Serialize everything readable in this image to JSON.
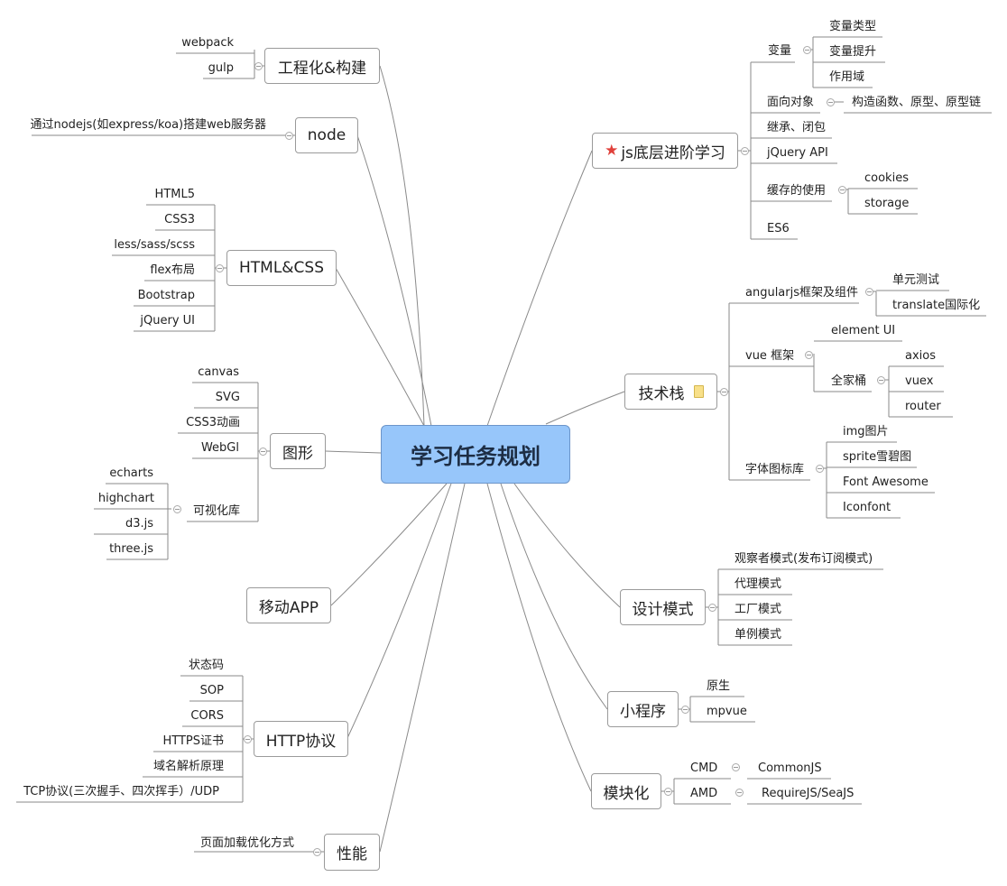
{
  "center": "学习任务规划",
  "left": {
    "eng": {
      "label": "工程化&构建",
      "items": [
        "webpack",
        "gulp"
      ]
    },
    "node": {
      "label": "node",
      "items": [
        "通过nodejs(如express/koa)搭建web服务器"
      ]
    },
    "htmlcss": {
      "label": "HTML&CSS",
      "items": [
        "HTML5",
        "CSS3",
        "less/sass/scss",
        "flex布局",
        "Bootstrap",
        "jQuery UI"
      ]
    },
    "graphics": {
      "label": "图形",
      "items": [
        "canvas",
        "SVG",
        "CSS3动画",
        "WebGl"
      ],
      "viz": {
        "label": "可视化库",
        "items": [
          "echarts",
          "highchart",
          "d3.js",
          "three.js"
        ]
      }
    },
    "mobile": {
      "label": "移动APP"
    },
    "http": {
      "label": "HTTP协议",
      "items": [
        "状态码",
        "SOP",
        "CORS",
        "HTTPS证书",
        "域名解析原理",
        "TCP协议(三次握手、四次挥手）/UDP"
      ]
    },
    "perf": {
      "label": "性能",
      "items": [
        "页面加载优化方式"
      ]
    }
  },
  "right": {
    "js": {
      "label": "js底层进阶学习",
      "star_icon": "star-icon",
      "var": {
        "label": "变量",
        "items": [
          "变量类型",
          "变量提升",
          "作用域"
        ]
      },
      "oop": {
        "label": "面向对象",
        "child": "构造函数、原型、原型链"
      },
      "closure": "继承、闭包",
      "jquery": "jQuery API",
      "cache": {
        "label": "缓存的使用",
        "items": [
          "cookies",
          "storage"
        ]
      },
      "es6": "ES6"
    },
    "tech": {
      "label": "技术栈",
      "note_icon": "note-icon",
      "angular": {
        "label": "angularjs框架及组件",
        "items": [
          "单元测试",
          "translate国际化"
        ]
      },
      "vue": {
        "label": "vue 框架",
        "element": "element UI",
        "family": {
          "label": "全家桶",
          "items": [
            "axios",
            "vuex",
            "router"
          ]
        }
      },
      "font": {
        "label": "字体图标库",
        "items": [
          "img图片",
          "sprite雪碧图",
          "Font Awesome",
          "Iconfont"
        ]
      }
    },
    "design": {
      "label": "设计模式",
      "items": [
        "观察者模式(发布订阅模式)",
        "代理模式",
        "工厂模式",
        "单例模式"
      ]
    },
    "mini": {
      "label": "小程序",
      "items": [
        "原生",
        "mpvue"
      ]
    },
    "module": {
      "label": "模块化",
      "cmd": "CMD",
      "cmd_child": "CommonJS",
      "amd": "AMD",
      "amd_child": "RequireJS/SeaJS"
    }
  },
  "colors": {
    "center_fill": "#97c6fa",
    "line": "#8a8a8a",
    "star": "#e0403a",
    "note": "#f8e08a"
  }
}
